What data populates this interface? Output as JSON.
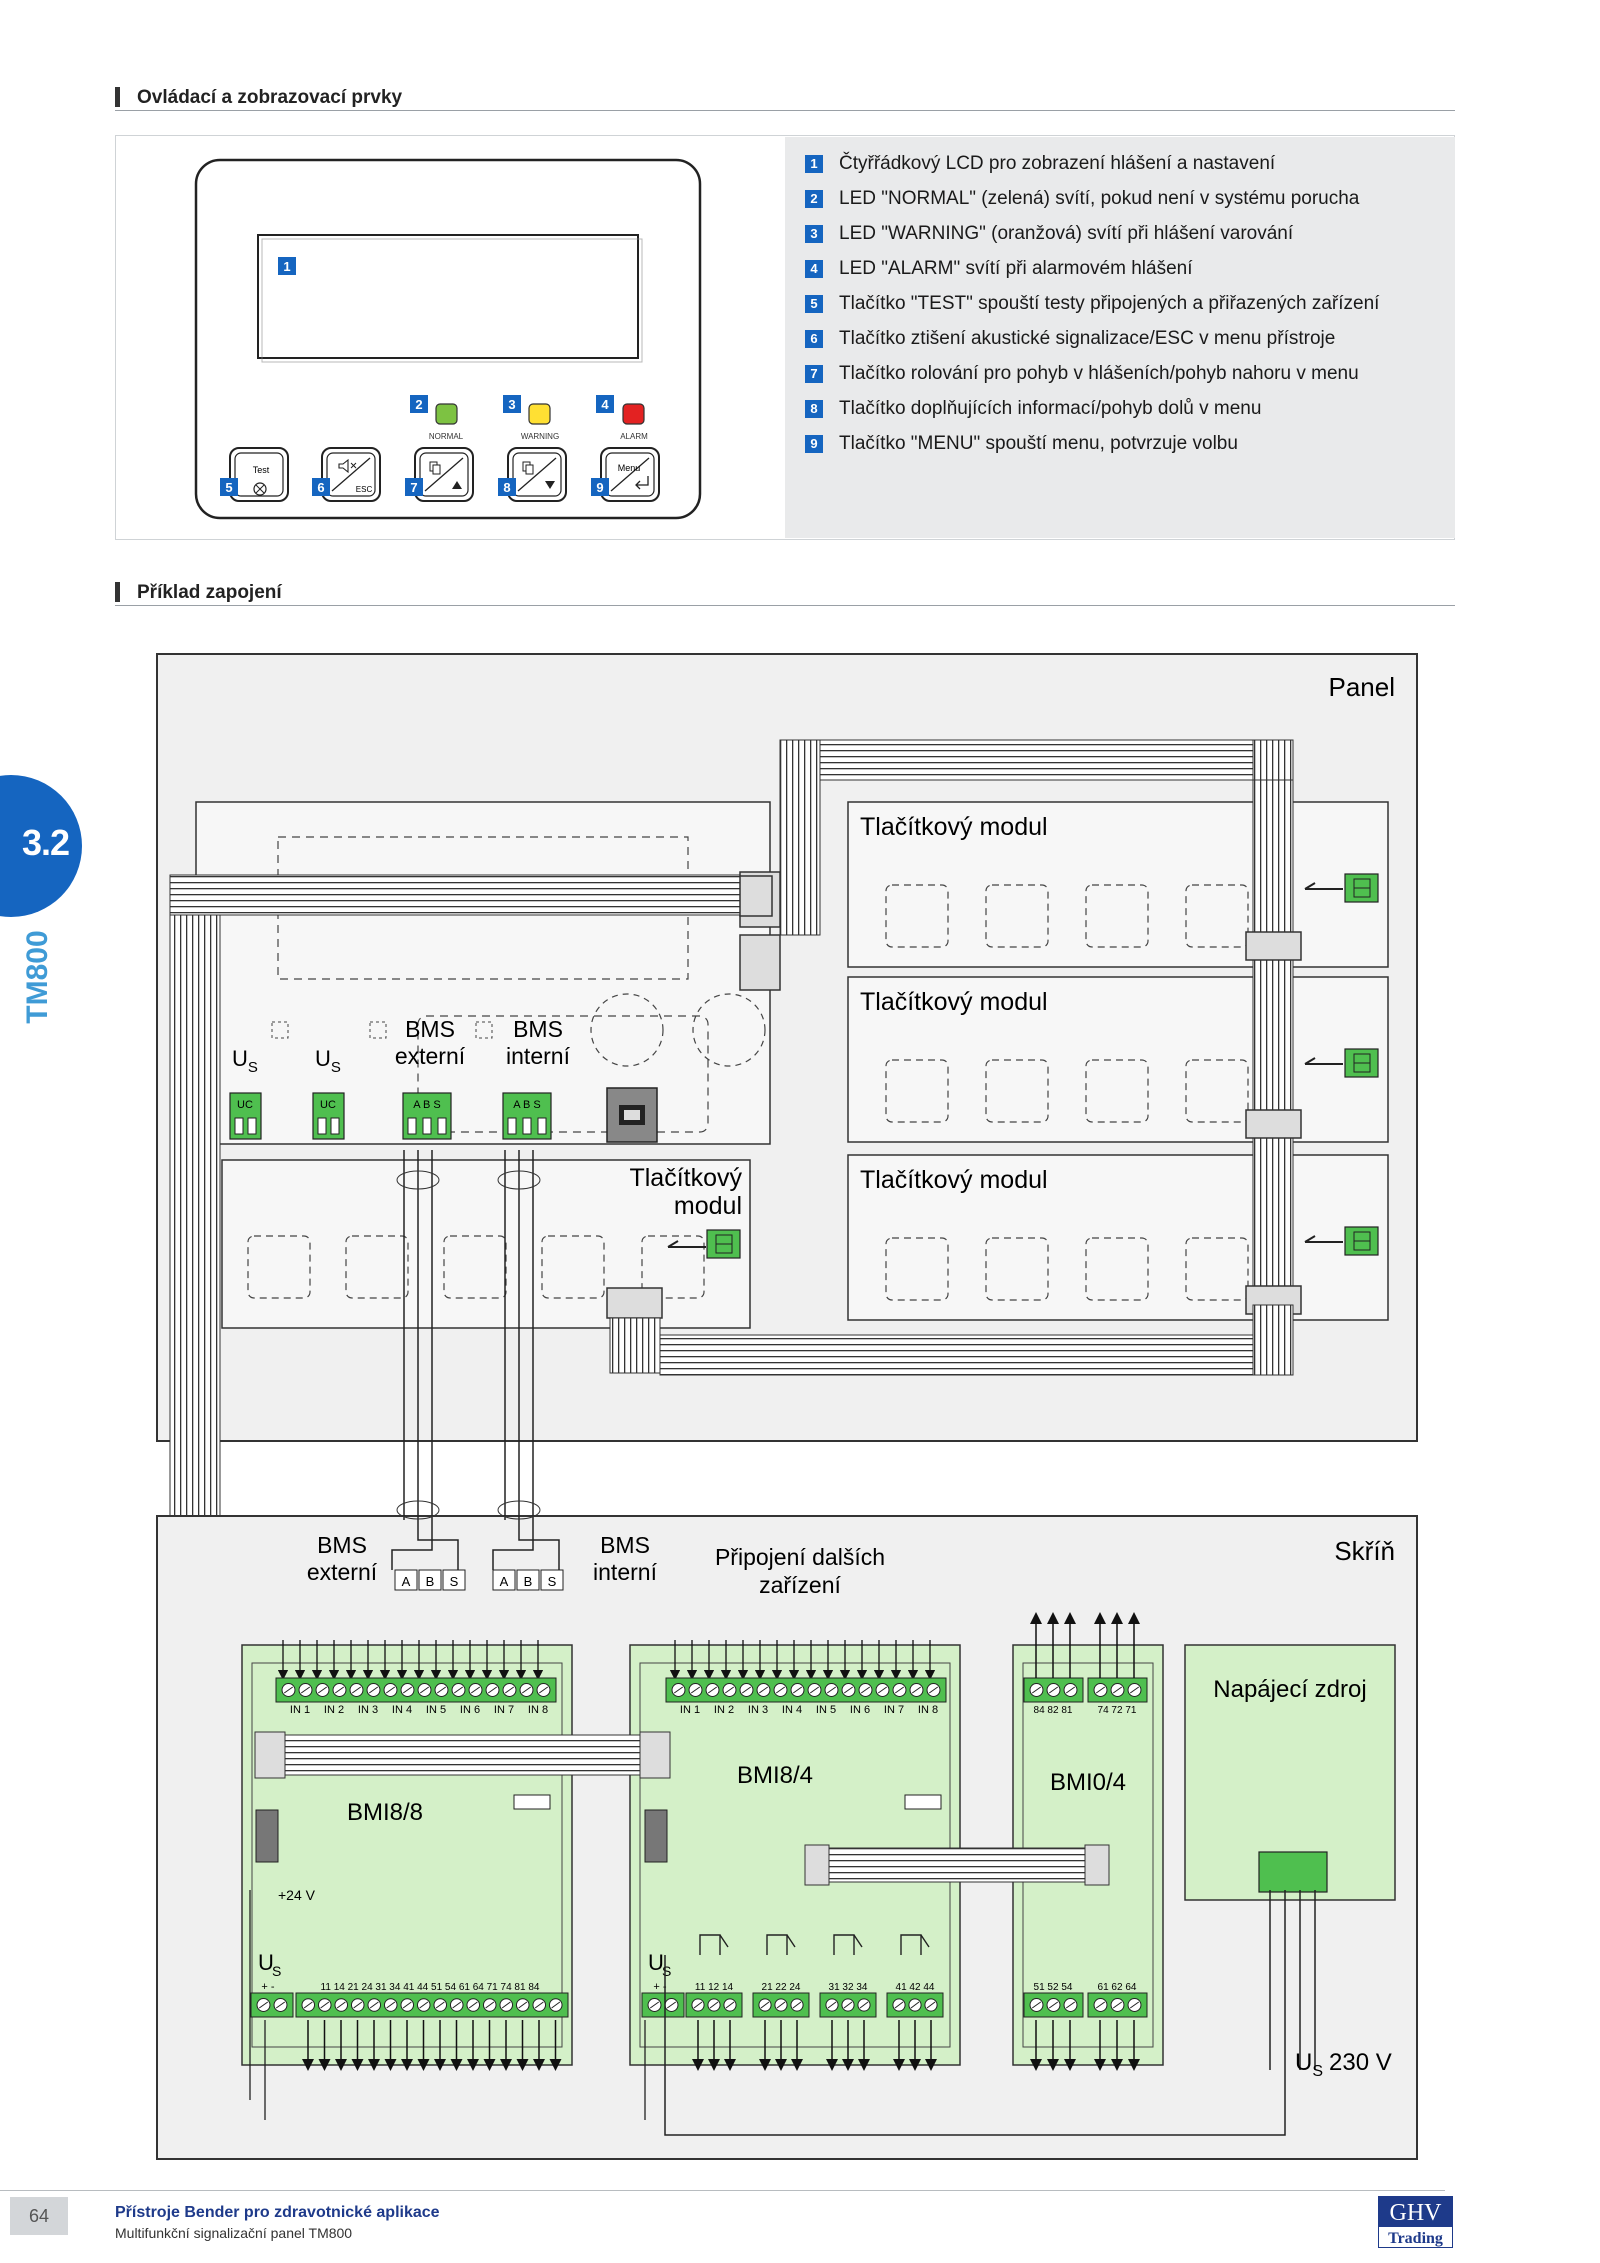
{
  "sections": {
    "controls_title": "Ovládací a zobrazovací prvky",
    "wiring_title": "Příklad zapojení"
  },
  "device": {
    "led_labels": [
      "NORMAL",
      "WARNING",
      "ALARM"
    ],
    "button_labels": [
      "Test",
      "ESC",
      "Menu"
    ],
    "led_colors": {
      "normal": "#7dc242",
      "warning": "#ffe033",
      "alarm": "#e32222"
    }
  },
  "legend": [
    {
      "n": "1",
      "text": "Čtyřřádkový LCD pro zobrazení hlášení a nastavení"
    },
    {
      "n": "2",
      "text": "LED \"NORMAL\" (zelená) svítí, pokud není v systému porucha"
    },
    {
      "n": "3",
      "text": "LED \"WARNING\" (oranžová) svítí při hlášení varování"
    },
    {
      "n": "4",
      "text": "LED \"ALARM\" svítí při alarmovém hlášení"
    },
    {
      "n": "5",
      "text": "Tlačítko \"TEST\" spouští testy připojených a přiřazených zařízení"
    },
    {
      "n": "6",
      "text": "Tlačítko ztišení akustické signalizace/ESC v menu přístroje"
    },
    {
      "n": "7",
      "text": "Tlačítko rolování pro pohyb v hlášeních/pohyb nahoru v menu"
    },
    {
      "n": "8",
      "text": "Tlačítko doplňujících informací/pohyb dolů v menu"
    },
    {
      "n": "9",
      "text": "Tlačítko \"MENU\" spouští menu, potvrzuje volbu"
    }
  ],
  "diagram": {
    "panel_label": "Panel",
    "button_module": "Tlačítkový modul",
    "button_module_l1": "Tlačítkový",
    "button_module_l2": "modul",
    "us": "U",
    "us_sub": "S",
    "bms": "BMS",
    "externi": "externí",
    "interni": "interní",
    "uc": "UC",
    "abs": "A B S",
    "a": "A",
    "b": "B",
    "s": "S",
    "cabinet_label": "Skříň",
    "connection_l1": "Připojení dalších",
    "connection_l2": "zařízení",
    "power_supply": "Napájecí zdroj",
    "bmi88": "BMI8/8",
    "bmi84": "BMI8/4",
    "bmi04": "BMI0/4",
    "plus24": "+24 V",
    "plusminus": "+ -",
    "us_value": "230 V",
    "in_labels": [
      "IN 1",
      "IN 2",
      "IN 3",
      "IN 4",
      "IN 5",
      "IN 6",
      "IN 7",
      "IN 8"
    ],
    "bmi88_out": "11 14 21 24 31 34 41 44 51 54 61 64 71 74 81 84",
    "bmi84_out": [
      "11 12 14",
      "21 22 24",
      "31 32 34",
      "41 42 44"
    ],
    "bmi04_top": [
      "84 82 81",
      "74 72 71"
    ],
    "bmi04_bottom": [
      "51 52 54",
      "61 62 64"
    ]
  },
  "side": {
    "section": "3.2",
    "product": "TM800"
  },
  "footer": {
    "page": "64",
    "title": "Přístroje Bender pro zdravotnické aplikace",
    "subtitle": "Multifunkční signalizační panel TM800",
    "logo_top": "GHV",
    "logo_bottom": "Trading"
  }
}
